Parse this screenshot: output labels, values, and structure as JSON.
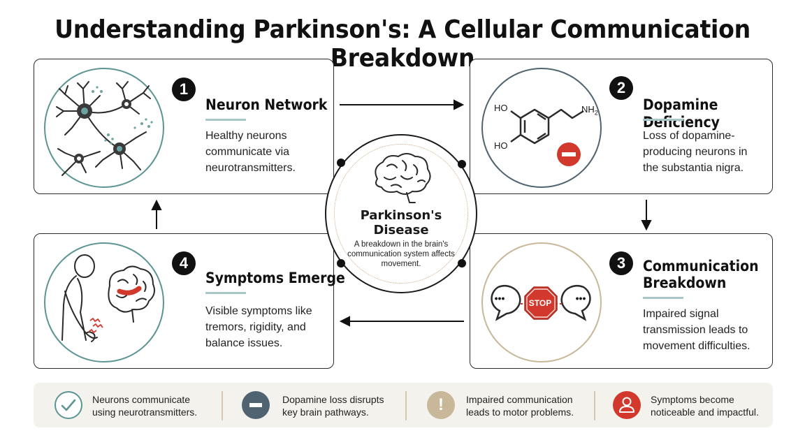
{
  "title": "Understanding Parkinson's: A Cellular Communication Breakdown",
  "colors": {
    "teal": "#5c9593",
    "slate": "#4f6470",
    "sand": "#c9b79a",
    "red": "#d2382c",
    "ink": "#111111"
  },
  "center": {
    "title_line1": "Parkinson's",
    "title_line2": "Disease",
    "description": "A breakdown in the brain's communication system affects movement."
  },
  "steps": [
    {
      "number": "1",
      "title": "Neuron Network",
      "description": "Healthy neurons communicate via neurotransmitters.",
      "icon": "neuron-network-icon"
    },
    {
      "number": "2",
      "title": "Dopamine Deficiency",
      "description": "Loss of dopamine-producing neurons in the substantia nigra.",
      "icon": "dopamine-molecule-icon",
      "molecule_labels": {
        "ho_top": "HO",
        "ho_bottom": "HO",
        "nh2": "NH",
        "nh2_sub": "2"
      }
    },
    {
      "number": "3",
      "title_line1": "Communication",
      "title_line2": "Breakdown",
      "description": "Impaired signal transmission leads to movement difficulties.",
      "icon": "stop-sign-icon",
      "stop_label": "STOP",
      "bubble_text": "•••"
    },
    {
      "number": "4",
      "title": "Symptoms Emerge",
      "description": "Visible symptoms like tremors, rigidity, and balance issues.",
      "icon": "person-brain-icon"
    }
  ],
  "footer": [
    {
      "text_line1": "Neurons communicate",
      "text_line2": "using neurotransmitters.",
      "icon": "check-icon"
    },
    {
      "text_line1": "Dopamine loss disrupts",
      "text_line2": "key brain pathways.",
      "icon": "minus-icon"
    },
    {
      "text_line1": "Impaired communication",
      "text_line2": "leads to motor problems.",
      "icon": "exclamation-icon",
      "glyph": "!"
    },
    {
      "text_line1": "Symptoms become",
      "text_line2": "noticeable and impactful.",
      "icon": "person-icon"
    }
  ]
}
